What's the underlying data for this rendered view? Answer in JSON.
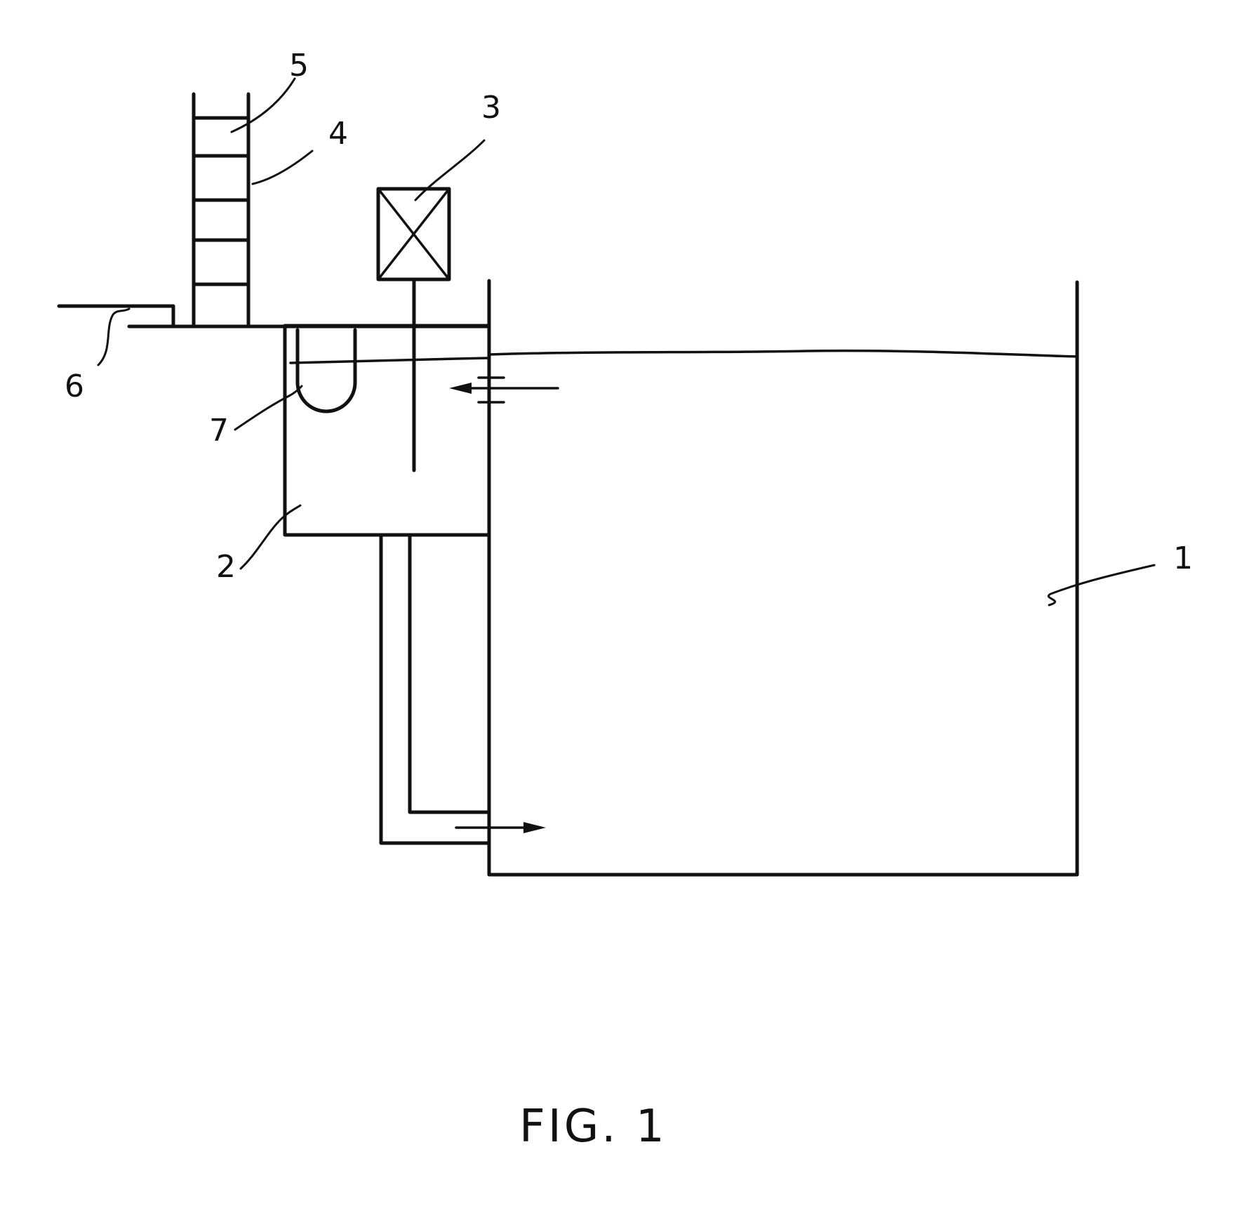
{
  "figure": {
    "caption": "FIG. 1",
    "reference_numerals": {
      "tank": "1",
      "vessel": "2",
      "motor": "3",
      "column": "4",
      "packing": "5",
      "inlet": "6",
      "u_tube": "7"
    }
  }
}
